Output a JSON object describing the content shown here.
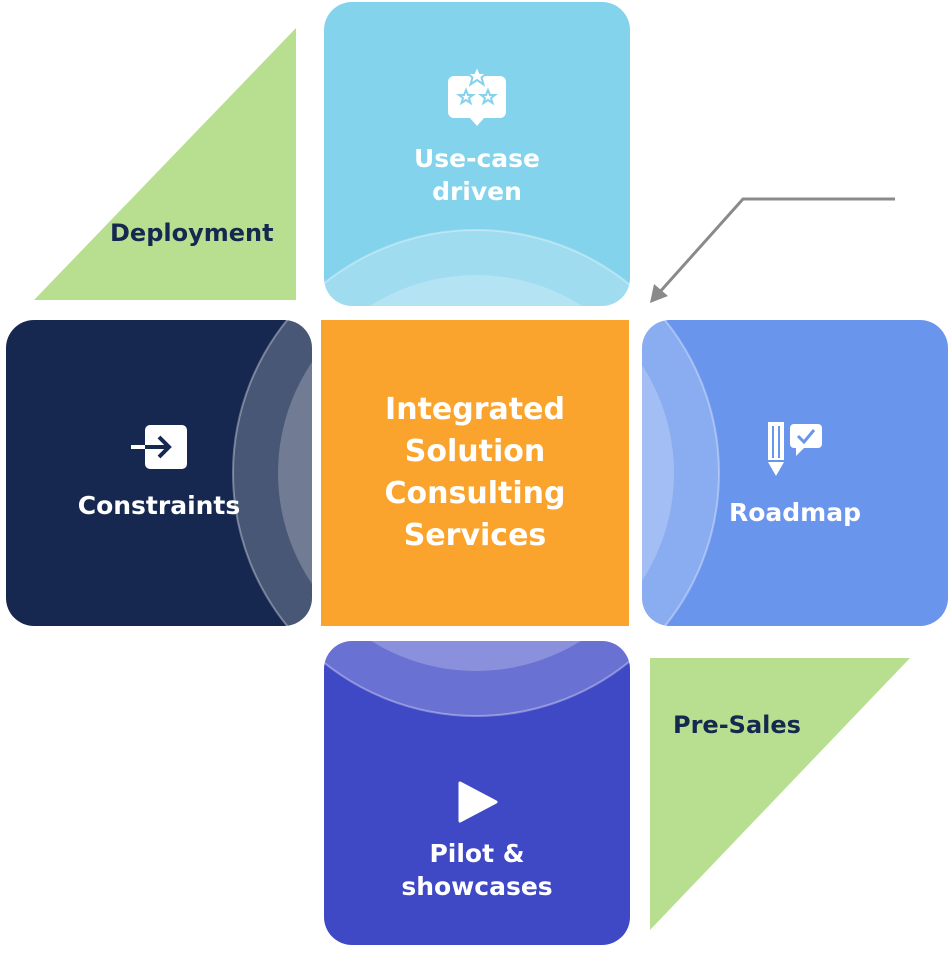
{
  "center": {
    "title": "Integrated Solution Consulting Services"
  },
  "tiles": {
    "top": {
      "label": "Use-case driven",
      "color": "#84d3ec",
      "icon": "star-rating-icon"
    },
    "left": {
      "label": "Constraints",
      "color": "#172850",
      "icon": "enter-icon"
    },
    "right": {
      "label": "Roadmap",
      "color": "#6a95ed",
      "icon": "pencil-chat-icon"
    },
    "bottom": {
      "label": "Pilot & showcases",
      "color": "#3f49c6",
      "icon": "play-icon"
    }
  },
  "corners": {
    "top_left": {
      "label": "Deployment",
      "color": "#b7df8f"
    },
    "bottom_right": {
      "label": "Pre-Sales",
      "color": "#b7df8f"
    }
  },
  "center_color": "#fba42d",
  "arrow_color": "#8a8a8a"
}
